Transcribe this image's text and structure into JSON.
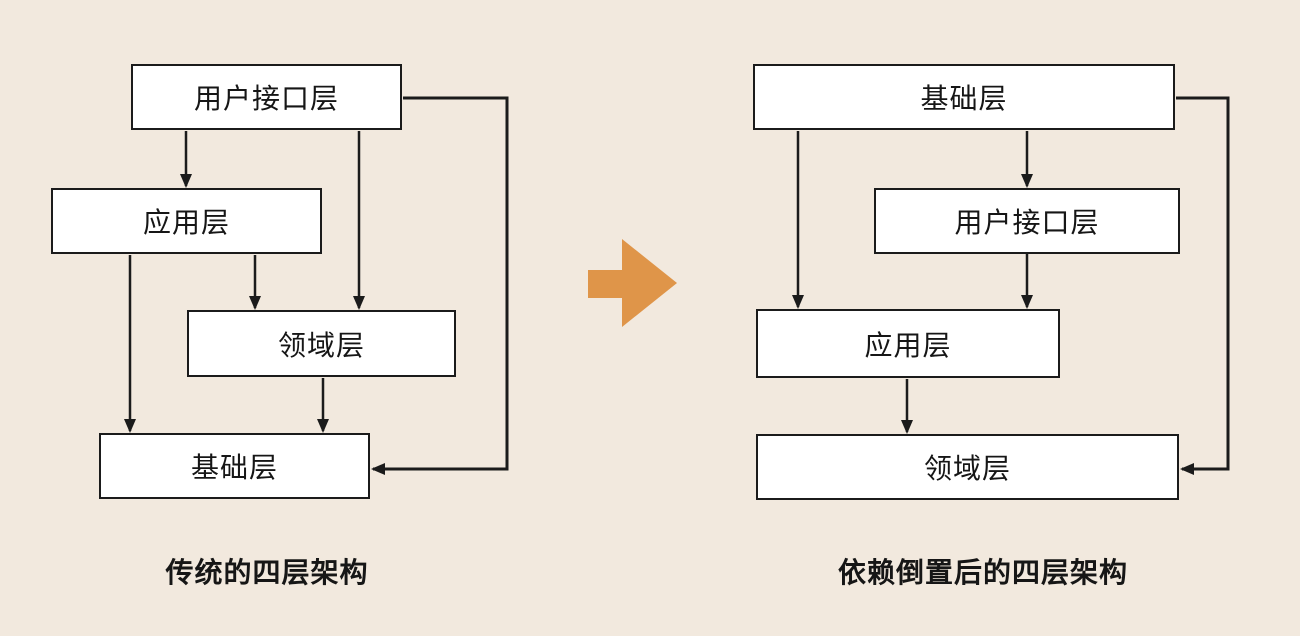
{
  "colors": {
    "background": "#f2e9de",
    "box_fill": "#ffffff",
    "line": "#1b1b1b",
    "accent_arrow": "#df9549"
  },
  "left_diagram": {
    "caption": "传统的四层架构",
    "boxes": [
      {
        "id": "user-interface",
        "label": "用户接口层"
      },
      {
        "id": "application",
        "label": "应用层"
      },
      {
        "id": "domain",
        "label": "领域层"
      },
      {
        "id": "infrastructure",
        "label": "基础层"
      }
    ]
  },
  "right_diagram": {
    "caption": "依赖倒置后的四层架构",
    "boxes": [
      {
        "id": "infrastructure",
        "label": "基础层"
      },
      {
        "id": "user-interface",
        "label": "用户接口层"
      },
      {
        "id": "application",
        "label": "应用层"
      },
      {
        "id": "domain",
        "label": "领域层"
      }
    ]
  },
  "transform_arrow": {
    "icon": "right-arrow-icon",
    "color": "#df9549"
  }
}
